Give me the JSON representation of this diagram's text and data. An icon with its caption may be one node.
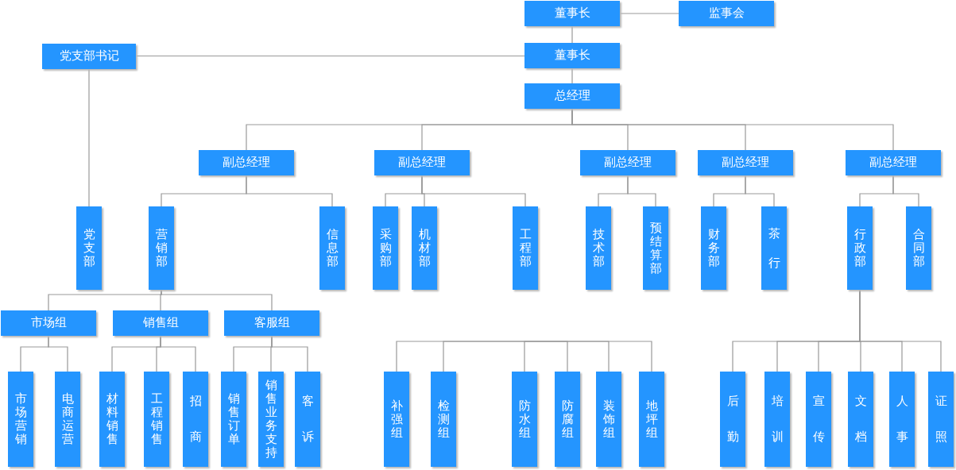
{
  "diagram": {
    "nodes": [
      {
        "text": [
          "董事长"
        ]
      },
      {
        "text": [
          "监事会"
        ]
      },
      {
        "text": [
          "党支部书记"
        ]
      },
      {
        "text": [
          "董事长"
        ]
      },
      {
        "text": [
          "总经理"
        ]
      },
      {
        "text": [
          "副总经理"
        ]
      },
      {
        "text": [
          "副总经理"
        ]
      },
      {
        "text": [
          "副总经理"
        ]
      },
      {
        "text": [
          "副总经理"
        ]
      },
      {
        "text": [
          "副总经理"
        ]
      },
      {
        "text": [
          "党支部"
        ]
      },
      {
        "text": [
          "营销部"
        ]
      },
      {
        "text": [
          "信息部"
        ]
      },
      {
        "text": [
          "采购部"
        ]
      },
      {
        "text": [
          "机材部"
        ]
      },
      {
        "text": [
          "工程部"
        ]
      },
      {
        "text": [
          "技术部"
        ]
      },
      {
        "text": [
          "预结算部"
        ]
      },
      {
        "text": [
          "财务部"
        ]
      },
      {
        "text": [
          "茶行"
        ]
      },
      {
        "text": [
          "行政部"
        ]
      },
      {
        "text": [
          "合同部"
        ]
      },
      {
        "text": [
          "市场组"
        ]
      },
      {
        "text": [
          "销售组"
        ]
      },
      {
        "text": [
          "客服组"
        ]
      },
      {
        "text": [
          "市场营销"
        ]
      },
      {
        "text": [
          "电商运营"
        ]
      },
      {
        "text": [
          "材料销售"
        ]
      },
      {
        "text": [
          "工程销售"
        ]
      },
      {
        "text": [
          "招商"
        ]
      },
      {
        "text": [
          "销售订单"
        ]
      },
      {
        "text": [
          "销售业务支持"
        ]
      },
      {
        "text": [
          "客诉"
        ]
      },
      {
        "text": [
          "补强组"
        ]
      },
      {
        "text": [
          "检测组"
        ]
      },
      {
        "text": [
          "防水组"
        ]
      },
      {
        "text": [
          "防腐组"
        ]
      },
      {
        "text": [
          "装饰组"
        ]
      },
      {
        "text": [
          "地坪组"
        ]
      },
      {
        "text": [
          "后勤"
        ]
      },
      {
        "text": [
          "培训"
        ]
      },
      {
        "text": [
          "宣传"
        ]
      },
      {
        "text": [
          "文档"
        ]
      },
      {
        "text": [
          "人事"
        ]
      },
      {
        "text": [
          "证照"
        ]
      }
    ],
    "edges": [
      {
        "from": 0,
        "to": 1,
        "arrow": "none"
      },
      {
        "from": 0,
        "to": 3,
        "arrow": "none"
      },
      {
        "from": 2,
        "to": 3,
        "arrow": "none"
      },
      {
        "from": 3,
        "to": 4,
        "arrow": "none"
      },
      {
        "from": 4,
        "to": 5,
        "arrow": "none"
      },
      {
        "from": 4,
        "to": 6,
        "arrow": "none"
      },
      {
        "from": 4,
        "to": 7,
        "arrow": "none"
      },
      {
        "from": 4,
        "to": 8,
        "arrow": "none"
      },
      {
        "from": 4,
        "to": 9,
        "arrow": "none"
      },
      {
        "from": 2,
        "to": 10,
        "arrow": "none"
      },
      {
        "from": 5,
        "to": 11,
        "arrow": "none"
      },
      {
        "from": 5,
        "to": 12,
        "arrow": "none"
      },
      {
        "from": 6,
        "to": 13,
        "arrow": "none"
      },
      {
        "from": 6,
        "to": 14,
        "arrow": "none"
      },
      {
        "from": 6,
        "to": 15,
        "arrow": "none"
      },
      {
        "from": 7,
        "to": 16,
        "arrow": "none"
      },
      {
        "from": 7,
        "to": 17,
        "arrow": "none"
      },
      {
        "from": 8,
        "to": 18,
        "arrow": "none"
      },
      {
        "from": 8,
        "to": 19,
        "arrow": "none"
      },
      {
        "from": 9,
        "to": 20,
        "arrow": "none"
      },
      {
        "from": 9,
        "to": 21,
        "arrow": "none"
      },
      {
        "from": 11,
        "to": 22,
        "arrow": "none"
      },
      {
        "from": 11,
        "to": 23,
        "arrow": "none"
      },
      {
        "from": 11,
        "to": 24,
        "arrow": "none"
      },
      {
        "from": 22,
        "to": 25,
        "arrow": "none"
      },
      {
        "from": 22,
        "to": 26,
        "arrow": "none"
      },
      {
        "from": 23,
        "to": 27,
        "arrow": "none"
      },
      {
        "from": 23,
        "to": 28,
        "arrow": "none"
      },
      {
        "from": 23,
        "to": 29,
        "arrow": "none"
      },
      {
        "from": 24,
        "to": 30,
        "arrow": "none"
      },
      {
        "from": 24,
        "to": 31,
        "arrow": "none"
      },
      {
        "from": 24,
        "to": 32,
        "arrow": "none"
      },
      {
        "from": null,
        "to": 33,
        "arrow": "none"
      },
      {
        "from": null,
        "to": 34,
        "arrow": "none"
      },
      {
        "from": null,
        "to": 35,
        "arrow": "none"
      },
      {
        "from": null,
        "to": 36,
        "arrow": "none"
      },
      {
        "from": null,
        "to": 37,
        "arrow": "none"
      },
      {
        "from": null,
        "to": 38,
        "arrow": "none"
      },
      {
        "from": 20,
        "to": 39,
        "arrow": "none"
      },
      {
        "from": 20,
        "to": 40,
        "arrow": "none"
      },
      {
        "from": 20,
        "to": 41,
        "arrow": "none"
      },
      {
        "from": 20,
        "to": 42,
        "arrow": "none"
      },
      {
        "from": 20,
        "to": 43,
        "arrow": "none"
      },
      {
        "from": 20,
        "to": 44,
        "arrow": "none"
      }
    ]
  }
}
